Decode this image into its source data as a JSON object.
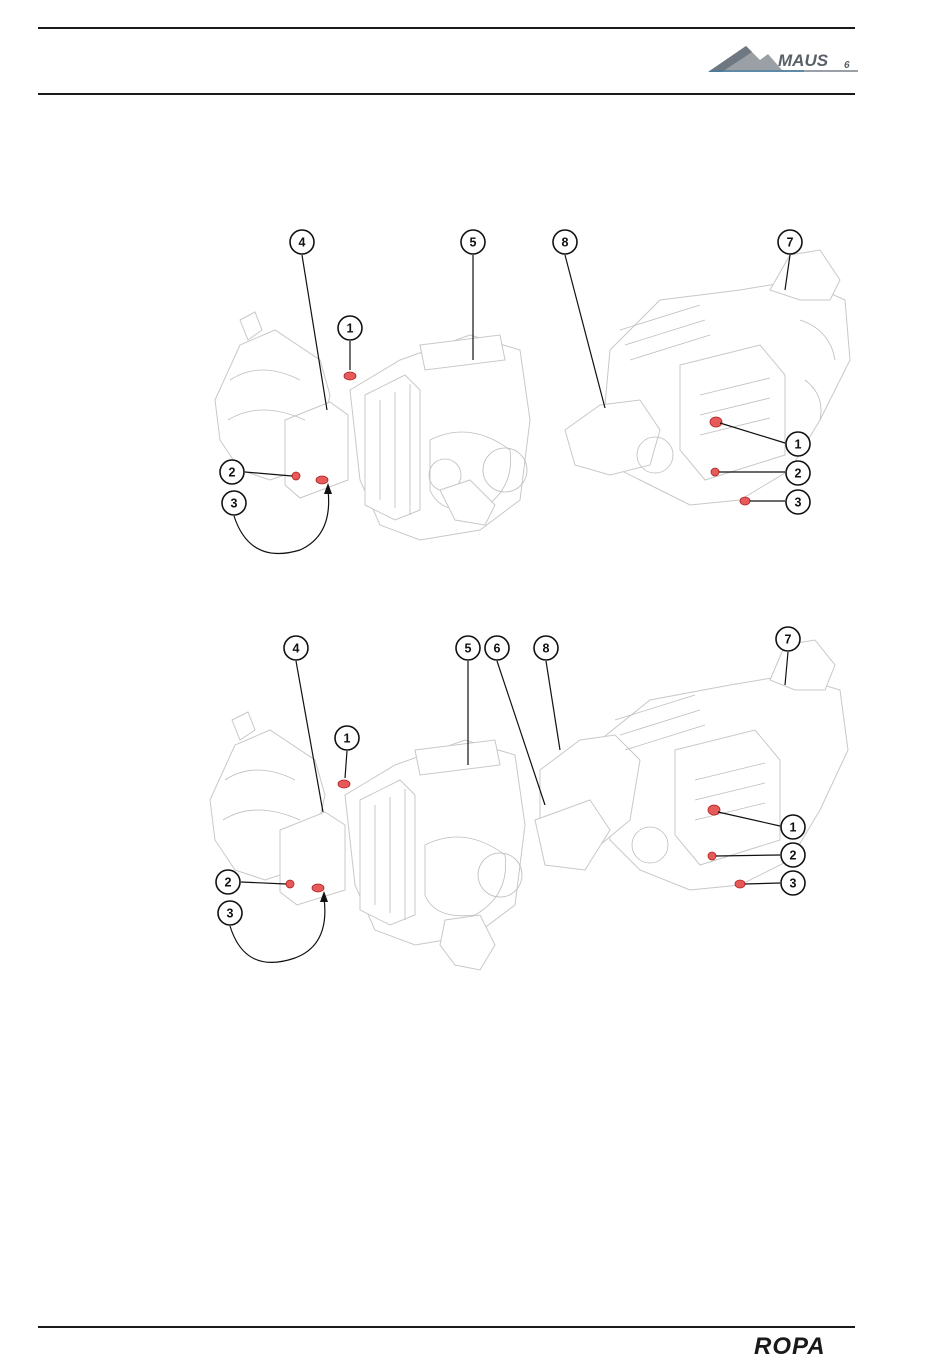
{
  "header": {
    "brand_logo": "MAUS",
    "brand_logo_sub": "6"
  },
  "footer": {
    "company_logo": "ROPA"
  },
  "figures": [
    {
      "callouts_left": [
        "4",
        "5",
        "1",
        "2",
        "3"
      ],
      "callouts_right": [
        "8",
        "7",
        "1",
        "2",
        "3"
      ]
    },
    {
      "callouts_left": [
        "4",
        "5",
        "1",
        "2",
        "3"
      ],
      "callouts_right": [
        "6",
        "8",
        "7",
        "1",
        "2",
        "3"
      ]
    }
  ],
  "colors": {
    "rule": "#1a1a1a",
    "highlight_plug": "#e65a5a",
    "drawing_lines": "#c8c8c8"
  }
}
